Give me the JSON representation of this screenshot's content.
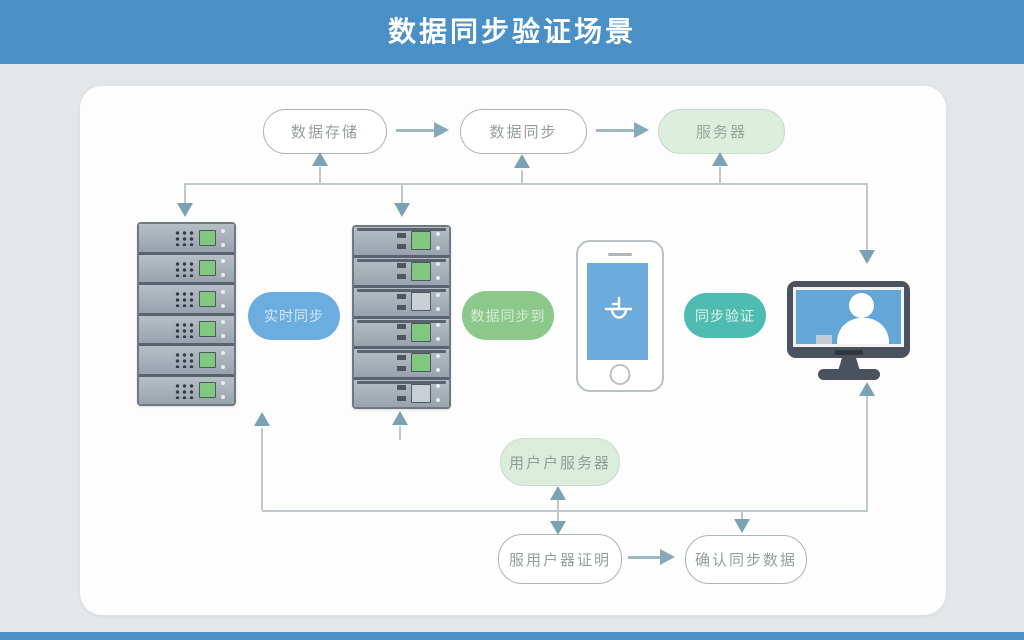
{
  "header": {
    "title": "数据同步验证场景"
  },
  "colors": {
    "header_blue": "#4a8fc6",
    "pill_blue": "#6badde",
    "pill_green": "#8cc88b",
    "pill_teal": "#4fbcb2",
    "node_green_bg": "#ddeede",
    "connector_line": "#bcc7ce",
    "arrowhead": "#7aa2b2",
    "rack_gray": "#9aa4ae",
    "screen_blue": "#64a6d8"
  },
  "diagram": {
    "top_nodes": [
      {
        "id": "data-storage",
        "label": "数据存储"
      },
      {
        "id": "data-sync",
        "label": "数据同步"
      },
      {
        "id": "server",
        "label": "服务器"
      }
    ],
    "mid_labels": [
      {
        "id": "realtime-sync",
        "label": "实时同步"
      },
      {
        "id": "data-sync-to",
        "label": "数据同步到"
      },
      {
        "id": "sync-verify",
        "label": "同步验证"
      }
    ],
    "bottom_nodes": [
      {
        "id": "user-server",
        "label": "用户户服务器"
      },
      {
        "id": "user-verify",
        "label": "服用户器证明"
      },
      {
        "id": "confirm-sync",
        "label": "确认同步数据"
      }
    ],
    "icons": [
      "server-rack-icon",
      "server-rack-icon",
      "smartphone-icon",
      "charging-plug-icon",
      "monitor-icon",
      "user-silhouette-icon"
    ]
  }
}
